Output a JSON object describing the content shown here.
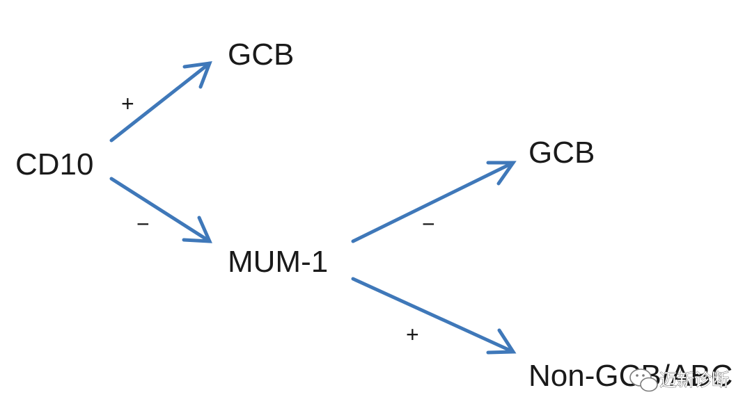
{
  "diagram": {
    "nodes": {
      "root": "CD10",
      "gcb_top": "GCB",
      "mum1": "MUM-1",
      "gcb_right": "GCB",
      "non_gcb": "Non-GCB/ABC"
    },
    "edges": {
      "root_to_gcb": "+",
      "root_to_mum1": "−",
      "mum1_to_gcb": "−",
      "mum1_to_non_gcb": "+"
    },
    "arrow_color": "#3f78b9"
  },
  "watermark": {
    "text": "迈新诊断",
    "icon": "wechat-bubble-icon"
  }
}
